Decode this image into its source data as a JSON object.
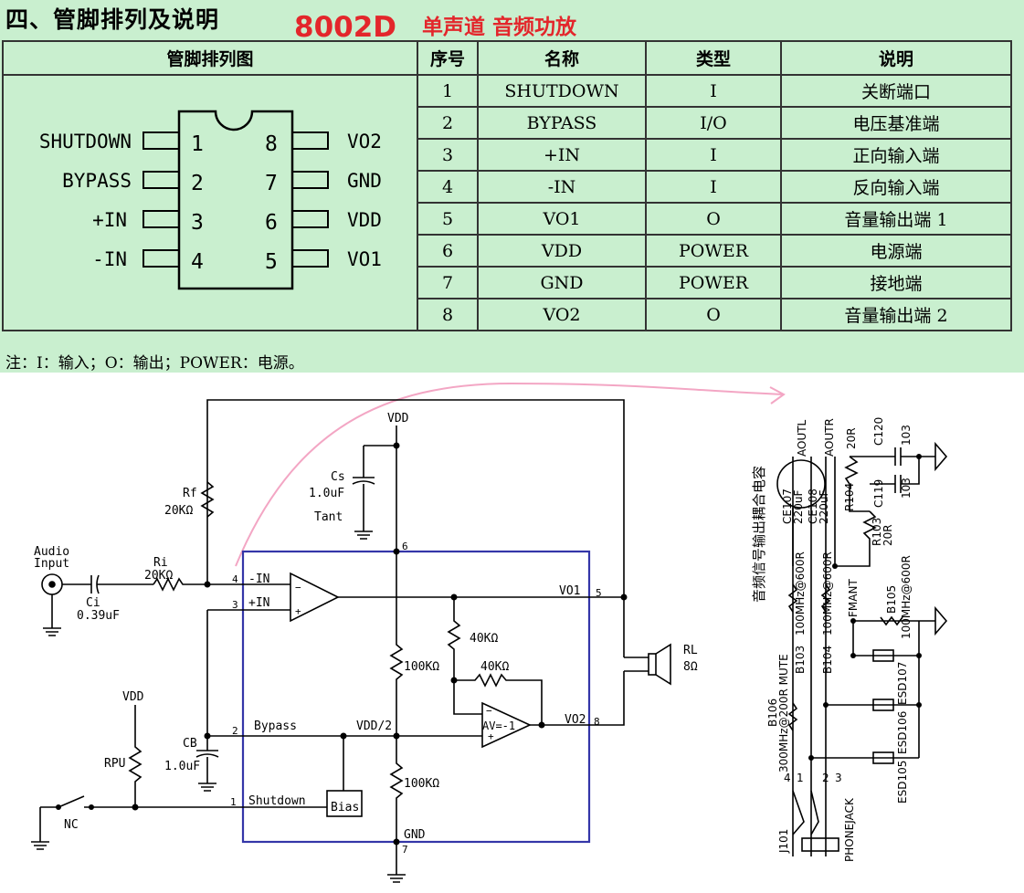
{
  "header": {
    "section_title": "四、管脚排列及说明",
    "part_number": "8002D",
    "part_description": "单声道 音频功放"
  },
  "pin_table": {
    "columns": [
      "管脚排列图",
      "序号",
      "名称",
      "类型",
      "说明"
    ],
    "rows": [
      {
        "no": "1",
        "name": "SHUTDOWN",
        "type": "I",
        "desc": "关断端口"
      },
      {
        "no": "2",
        "name": "BYPASS",
        "type": "I/O",
        "desc": "电压基准端"
      },
      {
        "no": "3",
        "name": "+IN",
        "type": "I",
        "desc": "正向输入端"
      },
      {
        "no": "4",
        "name": "-IN",
        "type": "I",
        "desc": "反向输入端"
      },
      {
        "no": "5",
        "name": "VO1",
        "type": "O",
        "desc": "音量输出端 1"
      },
      {
        "no": "6",
        "name": "VDD",
        "type": "POWER",
        "desc": "电源端"
      },
      {
        "no": "7",
        "name": "GND",
        "type": "POWER",
        "desc": "接地端"
      },
      {
        "no": "8",
        "name": "VO2",
        "type": "O",
        "desc": "音量输出端 2"
      }
    ],
    "note": "注：I：输入；O：输出；POWER：电源。"
  },
  "package": {
    "left_pins": [
      {
        "label": "SHUTDOWN",
        "num": "1"
      },
      {
        "label": "BYPASS",
        "num": "2"
      },
      {
        "label": "+IN",
        "num": "3"
      },
      {
        "label": "-IN",
        "num": "4"
      }
    ],
    "right_pins": [
      {
        "label": "VO2",
        "num": "8"
      },
      {
        "label": "GND",
        "num": "7"
      },
      {
        "label": "VDD",
        "num": "6"
      },
      {
        "label": "VO1",
        "num": "5"
      }
    ]
  },
  "schematic": {
    "vdd": "VDD",
    "cs_label": "Cs",
    "cs_value": "1.0uF",
    "cs_type": "Tant",
    "rf_label": "Rf",
    "rf_value": "20KΩ",
    "audio_label": "Audio",
    "input_label": "Input",
    "ri_label": "Ri",
    "ri_value": "20KΩ",
    "ci_label": "Ci",
    "ci_value": "0.39uF",
    "pin_minus_in": "-IN",
    "pin_plus_in": "+IN",
    "pin4": "4",
    "pin3": "3",
    "pin6": "6",
    "pin5": "5",
    "pin2": "2",
    "pin8": "8",
    "pin1": "1",
    "pin7": "7",
    "vo1": "VO1",
    "vo2": "VO2",
    "r40k_a": "40KΩ",
    "r40k_b": "40KΩ",
    "r100k_a": "100KΩ",
    "r100k_b": "100KΩ",
    "rl_label": "RL",
    "rl_value": "8Ω",
    "bypass": "Bypass",
    "vdd_half": "VDD/2",
    "av_label": "AV=-1",
    "cb_label": "CB",
    "cb_value": "1.0uF",
    "rpu_label": "RPU",
    "shutdown": "Shutdown",
    "bias": "Bias",
    "nc": "NC",
    "gnd": "GND",
    "vdd2": "VDD"
  },
  "jack_circuit": {
    "title": "音频信号输出耦合电容",
    "aoutl": "AOUTL",
    "aoutr": "AOUTR",
    "ce107": "CE107",
    "ce107_val": "220uF",
    "ce108": "CE108",
    "ce108_val": "220uF",
    "r104": "R104",
    "r104_val": "20R",
    "r103": "R103",
    "r103_val": "20R",
    "c120": "C120",
    "c120_val": "103",
    "c119": "C119",
    "c119_val": "103",
    "b103": "B103",
    "b103_val": "100MHz@600R",
    "b104": "B104",
    "b104_val": "100MHz@600R",
    "b105": "B105",
    "b105_val": "100MHz@600R",
    "fmant": "FMANT",
    "b106": "B106",
    "b106_val": "300MHz@200R MUTE",
    "esd107": "ESD107",
    "esd106": "ESD106",
    "esd105": "ESD105",
    "j101": "J101",
    "phonejack": "PHONEJACK",
    "jp4": "4",
    "jp1": "1",
    "jp2": "2",
    "jp3": "3"
  }
}
